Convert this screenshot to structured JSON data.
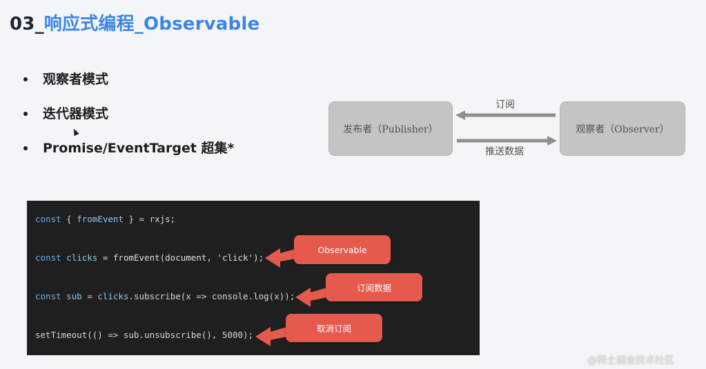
{
  "title": {
    "number": "03_",
    "text": "响应式编程_Observable"
  },
  "bullets": [
    "观察者模式",
    "迭代器模式",
    "Promise/EventTarget 超集*"
  ],
  "diagram": {
    "publisher": "发布者（Publisher）",
    "observer": "观察者（Observer）",
    "subscribe_label": "订阅",
    "push_label": "推送数据"
  },
  "code": {
    "line1": {
      "kw": "const",
      "open": " { ",
      "id": "fromEvent",
      "rest": " } = rxjs;"
    },
    "line2": {
      "kw": "const",
      "id": " clicks",
      "rest": " = fromEvent(document, 'click');"
    },
    "line3": {
      "kw": "const",
      "id": " sub",
      "mid": " = ",
      "id2": "clicks",
      "rest": ".subscribe(x => console.log(x));"
    },
    "line4": {
      "text": "setTimeout(() => sub.unsubscribe(), 5000);"
    }
  },
  "callouts": {
    "observable": "Observable",
    "subscribe": "订阅数据",
    "unsubscribe": "取消订阅"
  },
  "watermark": "@稀土掘金技术社区",
  "colors": {
    "accent_title": "#3a86e8",
    "callout": "#e55a4c",
    "code_bg": "#1f1f1f",
    "box": "#c4c4c4"
  }
}
